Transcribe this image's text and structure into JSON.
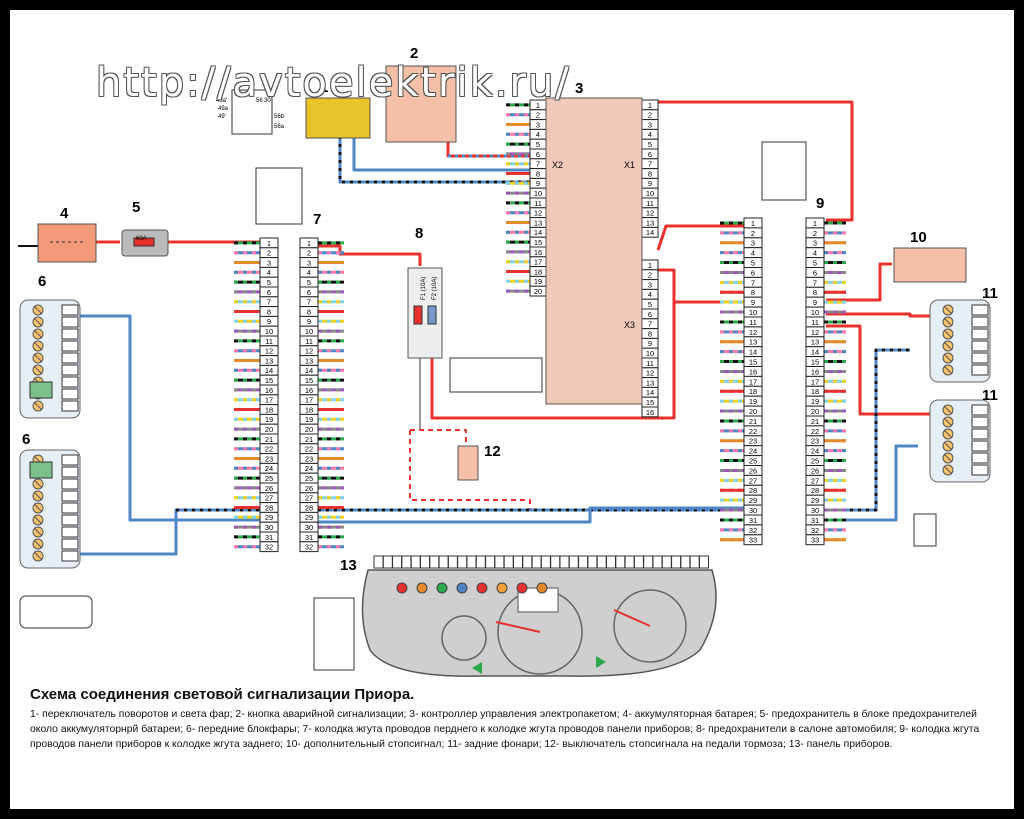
{
  "watermark": "http://avtoelektrik.ru/",
  "labels": {
    "n1": "1",
    "n2": "2",
    "n3": "3",
    "n4": "4",
    "n5": "5",
    "n6a": "6",
    "n6b": "6",
    "n7": "7",
    "n8": "8",
    "n9": "9",
    "n10": "10",
    "n11a": "11",
    "n11b": "11",
    "n12": "12",
    "n13": "13"
  },
  "controller": {
    "x1": "X1",
    "x2": "X2",
    "x3": "X3"
  },
  "relay_pins": [
    "49a'",
    "49a",
    "49'",
    "56b",
    "56a",
    "56",
    "30"
  ],
  "fuse_rating": "60A",
  "fuse_block": {
    "f1": "F1 (10A)",
    "f2": "F2 (10A)"
  },
  "caption": {
    "title": "Схема соединения световой сигнализации Приора.",
    "body": "1- переключатель поворотов и света фар; 2- кнопка аварийной сигнализации; 3- контроллер управления электропакетом; 4- аккумуляторная батарея; 5- предохранитель в блоке предохранителей около аккумуляторнрй батареи; 6- передние блокфары; 7- колодка жгута проводов перднего к колодке жгута проводов панели приборов; 8- предохранители в салоне автомобиля; 9- колодка жгута проводов панели приборов к колодке жгута заднего; 10- дополнительный стопсигнал; 11- задние фонари; 12- выключатель стопсигнала на педали тормоза; 13- панель приборов."
  },
  "colors": {
    "red": "#e8312c",
    "blue": "#4f86c6",
    "black": "#111111",
    "connector": "#ffffff",
    "controller": "#f1c9b8",
    "cluster": "#cfcfcf"
  }
}
